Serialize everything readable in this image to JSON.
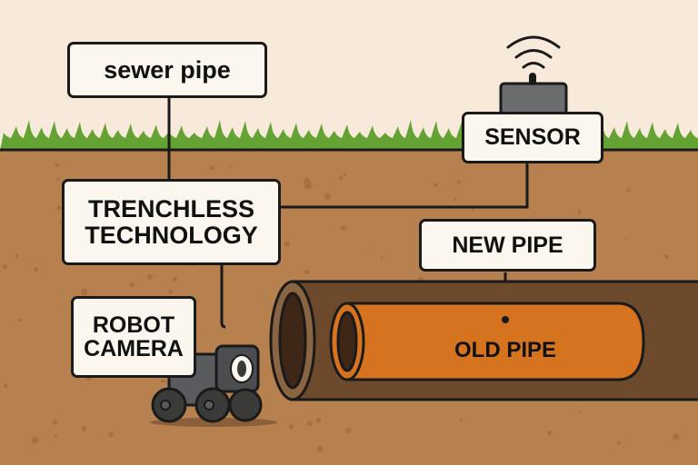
{
  "title": "Trenchless sewer pipe rehabilitation diagram",
  "labels": {
    "sewer_pipe": "sewer pipe",
    "sensor": "SENSOR",
    "trenchless": "TRENCHLESS\nTECHNOLOGY",
    "new_pipe": "NEW PIPE",
    "robot_camera": "ROBOT\nCAMERA",
    "old_pipe": "OLD PIPE"
  },
  "colors": {
    "sky": "#f8eadb",
    "grass": "#64a233",
    "soil": "#b7804f",
    "soil_dots": "#a06a3e",
    "outer_pipe": "#6e4a2c",
    "outer_pipe_inner": "#3e2716",
    "inner_pipe": "#d6731f",
    "robot_body": "#5a5b5e",
    "robot_wheel": "#3a3b38",
    "sensor_box": "#6b6c6e",
    "outline": "#1a1a1a",
    "label_bg": "#fbf7ee"
  },
  "icons": [
    "wifi-signal-icon",
    "sensor-device-icon",
    "robot-camera-icon"
  ]
}
